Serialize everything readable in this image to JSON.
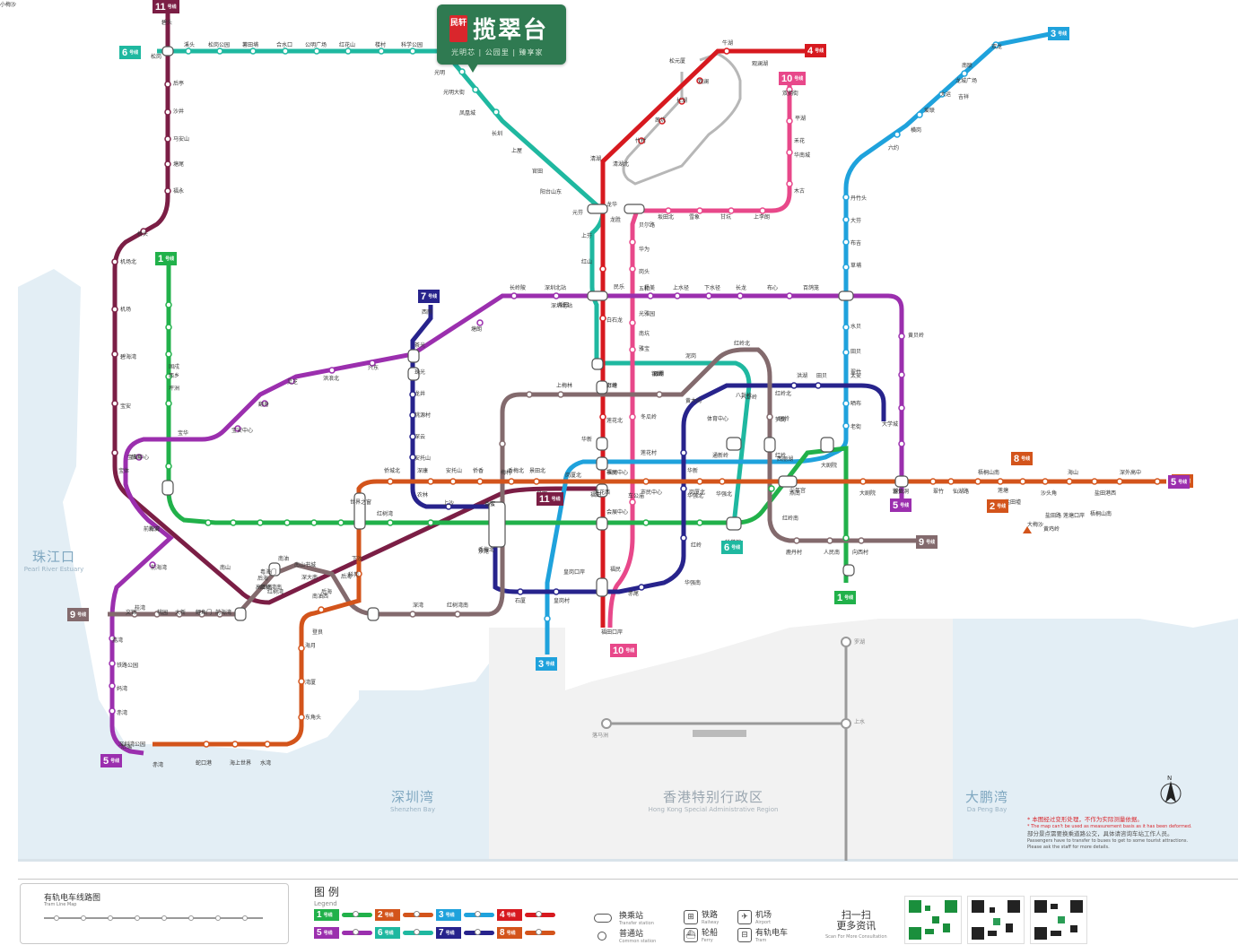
{
  "brand": {
    "logo_text": "民轩",
    "title": "揽翠台",
    "subtitle": "光明芯 | 公园里 | 臻享家"
  },
  "regions": [
    {
      "key": "pearl",
      "zh": "珠江口",
      "en": "Pearl River Estuary"
    },
    {
      "key": "szbay",
      "zh": "深圳湾",
      "en": "Shenzhen Bay"
    },
    {
      "key": "hk",
      "zh": "香港特别行政区",
      "en": "Hong Kong Special Administrative Region"
    },
    {
      "key": "dapeng",
      "zh": "大鹏湾",
      "en": "Da Peng Bay"
    }
  ],
  "line_badges": [
    {
      "key": "l11",
      "num": "11",
      "label": "号线",
      "color": "#7b1e45"
    },
    {
      "key": "l6",
      "num": "6",
      "label": "号线",
      "color": "#1fb8a0"
    },
    {
      "key": "l4",
      "num": "4",
      "label": "号线",
      "color": "#d7191f"
    },
    {
      "key": "l3",
      "num": "3",
      "label": "号线",
      "color": "#1fa2dc"
    },
    {
      "key": "l10",
      "num": "10",
      "label": "号线",
      "color": "#e8488a"
    },
    {
      "key": "l1",
      "num": "1",
      "label": "号线",
      "color": "#21b14a"
    },
    {
      "key": "l7",
      "num": "7",
      "label": "号线",
      "color": "#27238c"
    },
    {
      "key": "l8",
      "num": "8",
      "label": "号线",
      "color": "#d3541b"
    },
    {
      "key": "l2",
      "num": "2",
      "label": "号线",
      "color": "#d3541b"
    },
    {
      "key": "l5",
      "num": "5",
      "label": "号线",
      "color": "#9b2fae"
    },
    {
      "key": "l9",
      "num": "9",
      "label": "号线",
      "color": "#836a6d"
    },
    {
      "key": "l11b",
      "num": "11",
      "label": "号线",
      "color": "#7b1e45"
    },
    {
      "key": "l3b",
      "num": "3",
      "label": "号线",
      "color": "#1fa2dc"
    },
    {
      "key": "l10b",
      "num": "10",
      "label": "号线",
      "color": "#e8488a"
    },
    {
      "key": "l6b",
      "num": "6",
      "label": "号线",
      "color": "#1fb8a0"
    },
    {
      "key": "l1b",
      "num": "1",
      "label": "号线",
      "color": "#21b14a"
    },
    {
      "key": "l5b",
      "num": "5",
      "label": "号线",
      "color": "#9b2fae"
    },
    {
      "key": "l9b",
      "num": "9",
      "label": "号线",
      "color": "#836a6d"
    },
    {
      "key": "l8b",
      "num": "8",
      "label": "号线",
      "color": "#d3541b"
    },
    {
      "key": "l5c",
      "num": "5",
      "label": "号线",
      "color": "#9b2fae"
    }
  ],
  "stations": [
    {
      "name": "碧头"
    },
    {
      "name": "松岗"
    },
    {
      "name": "后亭"
    },
    {
      "name": "沙井"
    },
    {
      "name": "马安山"
    },
    {
      "name": "塘尾"
    },
    {
      "name": "福永"
    },
    {
      "name": "桥头"
    },
    {
      "name": "机场北"
    },
    {
      "name": "机场"
    },
    {
      "name": "碧海湾"
    },
    {
      "name": "宝安"
    },
    {
      "name": "前海湾"
    },
    {
      "name": "南山"
    },
    {
      "name": "后海"
    },
    {
      "name": "红树湾南"
    },
    {
      "name": "车公庙"
    },
    {
      "name": "福田"
    },
    {
      "name": "岗厦北"
    },
    {
      "name": "溪头"
    },
    {
      "name": "松岗公园"
    },
    {
      "name": "薯田埔"
    },
    {
      "name": "合水口"
    },
    {
      "name": "公明广场"
    },
    {
      "name": "红花山"
    },
    {
      "name": "楼村"
    },
    {
      "name": "科学公园"
    },
    {
      "name": "光明"
    },
    {
      "name": "光明大街"
    },
    {
      "name": "凤凰城"
    },
    {
      "name": "长圳"
    },
    {
      "name": "上屋"
    },
    {
      "name": "官田"
    },
    {
      "name": "阳台山东"
    },
    {
      "name": "元芬"
    },
    {
      "name": "上芬"
    },
    {
      "name": "红山"
    },
    {
      "name": "深圳北站"
    },
    {
      "name": "民乐"
    },
    {
      "name": "白石龙"
    },
    {
      "name": "银湖"
    },
    {
      "name": "八卦岭"
    },
    {
      "name": "体育中心"
    },
    {
      "name": "通新岭"
    },
    {
      "name": "科学馆"
    },
    {
      "name": "牛湖"
    },
    {
      "name": "观澜湖"
    },
    {
      "name": "松元厦"
    },
    {
      "name": "观澜"
    },
    {
      "name": "长湖"
    },
    {
      "name": "茜坑"
    },
    {
      "name": "竹村"
    },
    {
      "name": "清湖北"
    },
    {
      "name": "清湖"
    },
    {
      "name": "龙华"
    },
    {
      "name": "龙胜"
    },
    {
      "name": "上塘"
    },
    {
      "name": "莲花北"
    },
    {
      "name": "市民中心"
    },
    {
      "name": "会展中心"
    },
    {
      "name": "福田口岸"
    },
    {
      "name": "双拥街"
    },
    {
      "name": "平湖"
    },
    {
      "name": "禾花"
    },
    {
      "name": "华南城"
    },
    {
      "name": "木古"
    },
    {
      "name": "上李朗"
    },
    {
      "name": "甘坑"
    },
    {
      "name": "雪象"
    },
    {
      "name": "坂田北"
    },
    {
      "name": "贝尔路"
    },
    {
      "name": "华为"
    },
    {
      "name": "岗头"
    },
    {
      "name": "五和"
    },
    {
      "name": "光雅园"
    },
    {
      "name": "南坑"
    },
    {
      "name": "雅宝"
    },
    {
      "name": "孖岭"
    },
    {
      "name": "冬瓜岭"
    },
    {
      "name": "莲花村"
    },
    {
      "name": "福民"
    },
    {
      "name": "双龙"
    },
    {
      "name": "南联"
    },
    {
      "name": "龙城广场"
    },
    {
      "name": "吉祥"
    },
    {
      "name": "大运"
    },
    {
      "name": "爱联"
    },
    {
      "name": "横岗"
    },
    {
      "name": "六约"
    },
    {
      "name": "丹竹头"
    },
    {
      "name": "大芬"
    },
    {
      "name": "布吉"
    },
    {
      "name": "草埔"
    },
    {
      "name": "水贝"
    },
    {
      "name": "田贝"
    },
    {
      "name": "翠竹"
    },
    {
      "name": "晒布"
    },
    {
      "name": "老街"
    },
    {
      "name": "大剧院"
    },
    {
      "name": "少年宫"
    },
    {
      "name": "华新"
    },
    {
      "name": "红岭"
    },
    {
      "name": "西丽湖"
    },
    {
      "name": "西丽"
    },
    {
      "name": "茶光"
    },
    {
      "name": "珠光"
    },
    {
      "name": "龙井"
    },
    {
      "name": "桃源村"
    },
    {
      "name": "深云"
    },
    {
      "name": "安托山"
    },
    {
      "name": "农林"
    },
    {
      "name": "上沙"
    },
    {
      "name": "沙尾"
    },
    {
      "name": "石厦"
    },
    {
      "name": "皇岗村"
    },
    {
      "name": "皇岗口岸"
    },
    {
      "name": "赤尾"
    },
    {
      "name": "华强南"
    },
    {
      "name": "华强北"
    },
    {
      "name": "华新"
    },
    {
      "name": "黄木岗"
    },
    {
      "name": "八卦岭"
    },
    {
      "name": "红岭北"
    },
    {
      "name": "笋岗"
    },
    {
      "name": "洪湖"
    },
    {
      "name": "田贝"
    },
    {
      "name": "太安"
    },
    {
      "name": "大学城"
    },
    {
      "name": "塘朗"
    },
    {
      "name": "长岭陂"
    },
    {
      "name": "深圳北站"
    },
    {
      "name": "坂田"
    },
    {
      "name": "杨美"
    },
    {
      "name": "上水径"
    },
    {
      "name": "下水径"
    },
    {
      "name": "长龙"
    },
    {
      "name": "布心"
    },
    {
      "name": "百鸽笼"
    },
    {
      "name": "黄贝岭"
    },
    {
      "name": "留仙洞"
    },
    {
      "name": "兴东"
    },
    {
      "name": "洪浪北"
    },
    {
      "name": "灵芝"
    },
    {
      "name": "翻身"
    },
    {
      "name": "宝安中心"
    },
    {
      "name": "宝华"
    },
    {
      "name": "临海"
    },
    {
      "name": "前海湾"
    },
    {
      "name": "桂湾"
    },
    {
      "name": "荔湾"
    },
    {
      "name": "铁路公园"
    },
    {
      "name": "妈湾"
    },
    {
      "name": "赤湾"
    },
    {
      "name": "深圳湾公园"
    },
    {
      "name": "深湾"
    },
    {
      "name": "红树湾南"
    },
    {
      "name": "后海"
    },
    {
      "name": "南油西"
    },
    {
      "name": "南油"
    },
    {
      "name": "南山书城"
    },
    {
      "name": "深大南"
    },
    {
      "name": "粤海门"
    },
    {
      "name": "高新南"
    },
    {
      "name": "红树湾"
    },
    {
      "name": "下沙"
    },
    {
      "name": "香梅北"
    },
    {
      "name": "景田"
    },
    {
      "name": "梅村"
    },
    {
      "name": "上梅林"
    },
    {
      "name": "孖岭"
    },
    {
      "name": "银湖"
    },
    {
      "name": "泥岗"
    },
    {
      "name": "红岭北"
    },
    {
      "name": "园岭"
    },
    {
      "name": "红岭"
    },
    {
      "name": "红岭南"
    },
    {
      "name": "鹿丹村"
    },
    {
      "name": "人民南"
    },
    {
      "name": "向西村"
    },
    {
      "name": "文锦"
    },
    {
      "name": "桃园"
    },
    {
      "name": "大新"
    },
    {
      "name": "鲤鱼门"
    },
    {
      "name": "前海湾"
    },
    {
      "name": "新安"
    },
    {
      "name": "宝安中心"
    },
    {
      "name": "宝体"
    },
    {
      "name": "坪洲"
    },
    {
      "name": "西乡"
    },
    {
      "name": "固戍"
    },
    {
      "name": "后瑞"
    },
    {
      "name": "赤湾"
    },
    {
      "name": "蛇口港"
    },
    {
      "name": "海上世界"
    },
    {
      "name": "水湾"
    },
    {
      "name": "东角头"
    },
    {
      "name": "湾厦"
    },
    {
      "name": "海月"
    },
    {
      "name": "登良"
    },
    {
      "name": "后海"
    },
    {
      "name": "科苑"
    },
    {
      "name": "红树湾"
    },
    {
      "name": "世界之窗"
    },
    {
      "name": "侨城北"
    },
    {
      "name": "深康"
    },
    {
      "name": "安托山"
    },
    {
      "name": "侨香"
    },
    {
      "name": "香蜜"
    },
    {
      "name": "香梅北"
    },
    {
      "name": "景田北"
    },
    {
      "name": "莲花西"
    },
    {
      "name": "福田"
    },
    {
      "name": "市民中心"
    },
    {
      "name": "岗厦北"
    },
    {
      "name": "华强北"
    },
    {
      "name": "燕南"
    },
    {
      "name": "大剧院"
    },
    {
      "name": "湖贝"
    },
    {
      "name": "黄贝岭"
    },
    {
      "name": "翠竹"
    },
    {
      "name": "仙湖路"
    },
    {
      "name": "莲塘"
    },
    {
      "name": "梧桐山南"
    },
    {
      "name": "沙头角"
    },
    {
      "name": "海山"
    },
    {
      "name": "盐田港西"
    },
    {
      "name": "深外高中"
    },
    {
      "name": "盐田路"
    },
    {
      "name": "黄鸡岭"
    },
    {
      "name": "莲塘口岸"
    },
    {
      "name": "梧桐山南"
    },
    {
      "name": "盐田墟"
    },
    {
      "name": "大梅沙"
    },
    {
      "name": "小梅沙"
    }
  ],
  "hk": {
    "stations": [
      "罗湖",
      "上水",
      "落马洲",
      "福田口岸"
    ],
    "labels": [
      "深圳湾",
      "落马洲"
    ]
  },
  "notice": {
    "red": "* 本图经过变形处理，不作为实际测量依据。",
    "red_en": "* The map can't be used as measurement basis as it has been deformed.",
    "body": "部分景点需要换乘道路公交，具体请咨询车站工作人员。",
    "body_en": "Passengers have to transfer to buses to get to some tourist attractions. Please ask the staff for more details."
  },
  "legend": {
    "title": "图 例",
    "title_en": "Legend",
    "tram_title": "有轨电车线路图",
    "tram_en": "Tram Line Map",
    "items": [
      {
        "num": "1",
        "label": "号线",
        "color": "#21b14a"
      },
      {
        "num": "2",
        "label": "号线",
        "color": "#d3541b"
      },
      {
        "num": "3",
        "label": "号线",
        "color": "#1fa2dc"
      },
      {
        "num": "4",
        "label": "号线",
        "color": "#d7191f"
      },
      {
        "num": "5",
        "label": "号线",
        "color": "#9b2fae"
      },
      {
        "num": "6",
        "label": "号线",
        "color": "#1fb8a0"
      },
      {
        "num": "7",
        "label": "号线",
        "color": "#27238c"
      },
      {
        "num": "8",
        "label": "号线",
        "color": "#d3541b"
      }
    ],
    "transfer": "换乘站",
    "transfer_en": "Transfer station",
    "normal": "普通站",
    "normal_en": "Common station",
    "rail": "铁路",
    "rail_en": "Railway",
    "airport": "机场",
    "airport_en": "Airport",
    "ferry": "轮船",
    "ferry_en": "Ferry",
    "tram": "有轨电车",
    "tram_en2": "Tram",
    "scan": "扫一扫",
    "scan2": "更多资讯",
    "scan_en": "Scan For More Consultation"
  },
  "compass": "N"
}
